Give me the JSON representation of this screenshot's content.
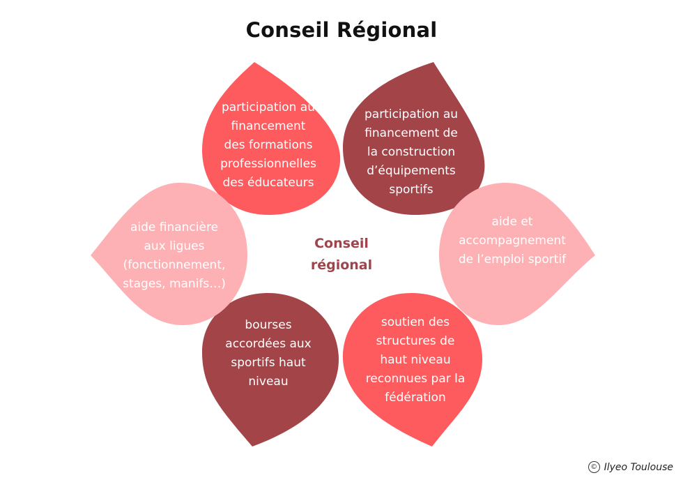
{
  "title": "Conseil Régional",
  "center": "Conseil\nrégional",
  "colors": {
    "coral": "#fd5b5e",
    "maroon": "#a34449",
    "pink": "#fdb1b4",
    "center_text": "#a0434a"
  },
  "petals": [
    {
      "text": "participation au\nfinancement\ndes formations\nprofessionnelles\ndes éducateurs",
      "color": "coral"
    },
    {
      "text": "participation au\nfinancement de\nla construction\nd’équipements\nsportifs",
      "color": "maroon"
    },
    {
      "text": "aide et\naccompagnement\nde l’emploi sportif",
      "color": "pink"
    },
    {
      "text": "soutien des\nstructures de\nhaut niveau\nreconnues par la\nfédération",
      "color": "coral"
    },
    {
      "text": "bourses\naccordées aux\nsportifs haut\nniveau",
      "color": "maroon"
    },
    {
      "text": "aide financière\naux ligues\n(fonctionnement,\nstages, manifs…)",
      "color": "pink"
    }
  ],
  "credit": {
    "icon": "copyright-icon",
    "text": "Ilyeo Toulouse"
  }
}
